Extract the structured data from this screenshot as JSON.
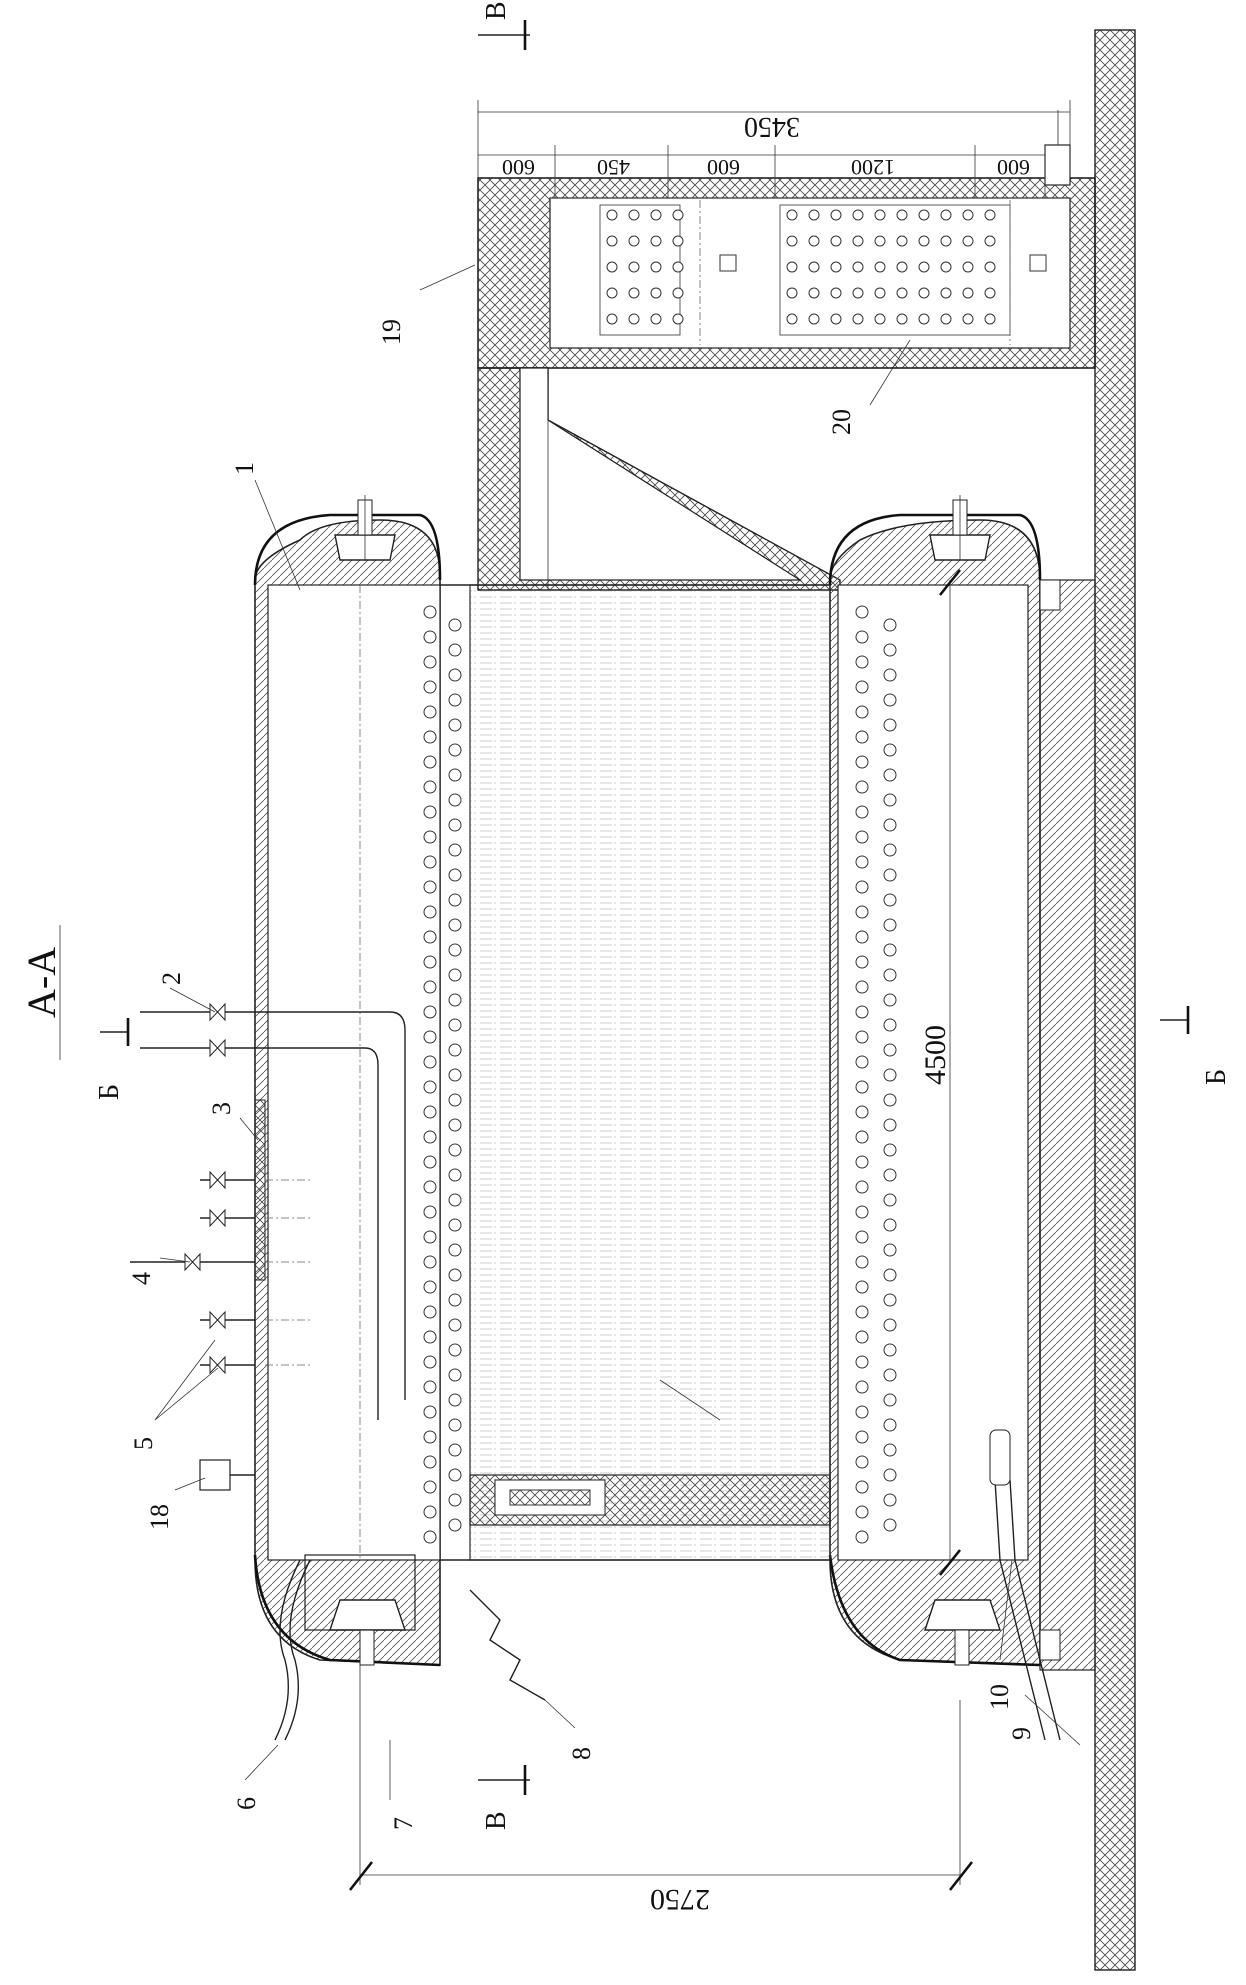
{
  "section_title": "А-А",
  "section_marks": {
    "b": "Б",
    "v": "В"
  },
  "part_numbers": {
    "p1": "1",
    "p2": "2",
    "p3": "3",
    "p4": "4",
    "p5": "5",
    "p6": "6",
    "p7": "7",
    "p8": "8",
    "p9": "9",
    "p10": "10",
    "p18": "18",
    "p19": "19",
    "p20": "20"
  },
  "dimensions": {
    "height_4500": "4500",
    "depth_2750": "2750",
    "total_3450": "3450",
    "seg_600_a": "600",
    "seg_450": "450",
    "seg_600_b": "600",
    "seg_1200": "1200",
    "seg_600_c": "600"
  },
  "colors": {
    "line": "#222222",
    "insulation": "#bbbbbb",
    "background": "#ffffff"
  }
}
